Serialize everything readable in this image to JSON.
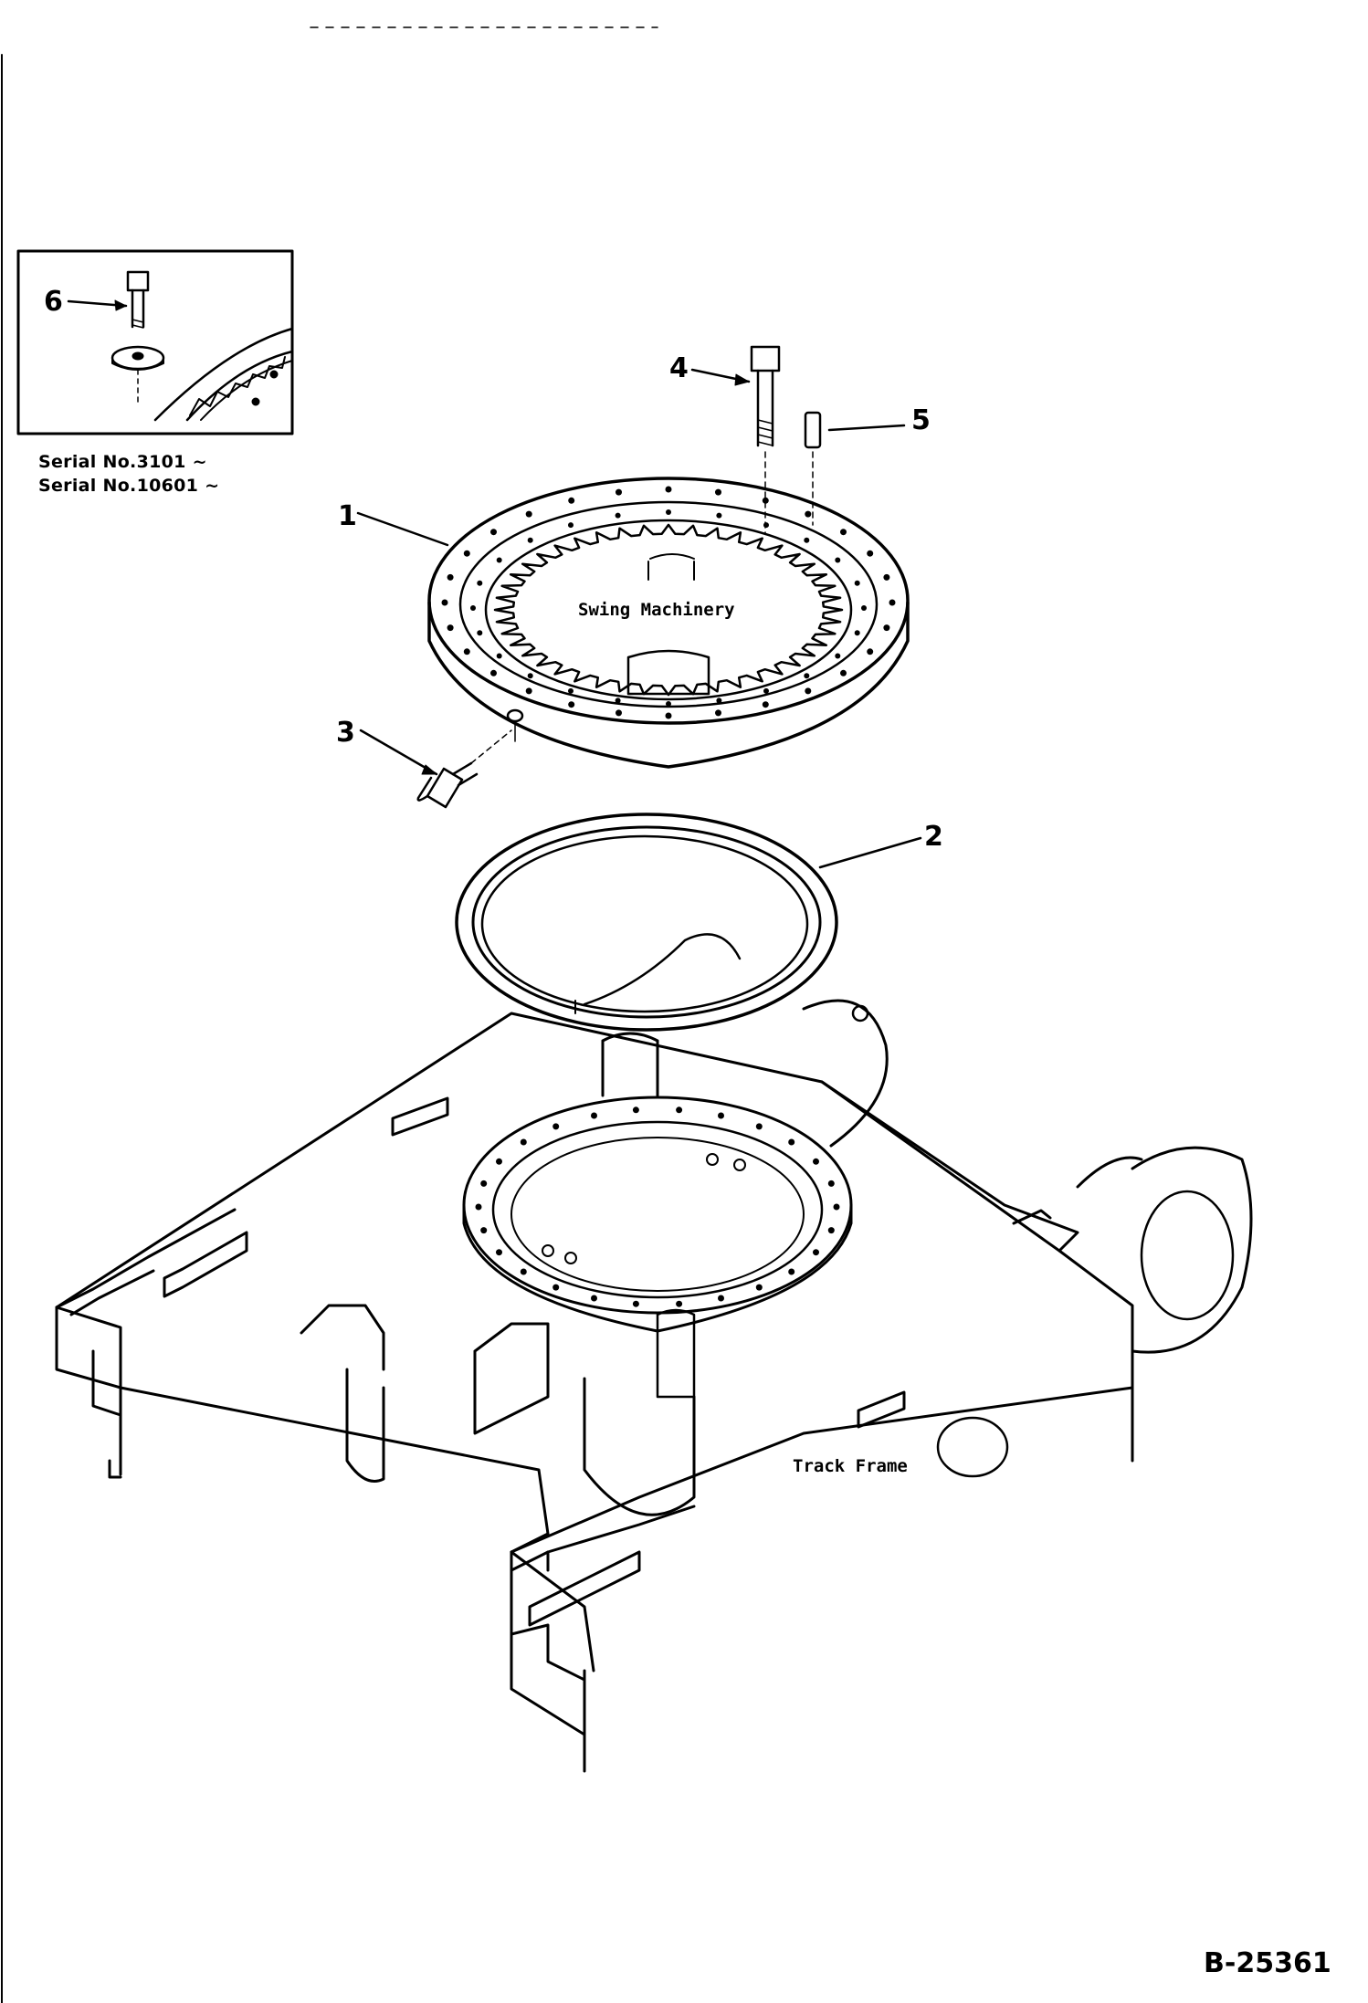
{
  "callouts": [
    "1",
    "2",
    "3",
    "4",
    "5",
    "6"
  ],
  "inset": {
    "serials": [
      "Serial No.3101 ~",
      "Serial No.10601 ~"
    ]
  },
  "labels": {
    "swing_machinery": "Swing  Machinery",
    "track_frame": "Track  Frame"
  },
  "drawing_code": "B-25361"
}
